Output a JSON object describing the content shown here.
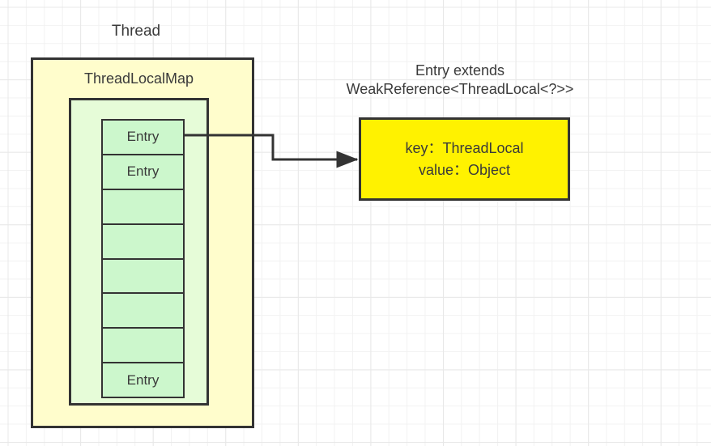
{
  "diagram": {
    "thread": {
      "label": "Thread",
      "fill": "#fffdcc",
      "stroke": "#333333"
    },
    "thread_local_map": {
      "label": "ThreadLocalMap",
      "fill": "#e6fcd8",
      "stroke": "#333333"
    },
    "entry_table": {
      "fill": "#ccf7cc",
      "stroke": "#333333",
      "cells": [
        {
          "label": "Entry"
        },
        {
          "label": "Entry"
        },
        {
          "label": ""
        },
        {
          "label": ""
        },
        {
          "label": ""
        },
        {
          "label": ""
        },
        {
          "label": ""
        },
        {
          "label": "Entry"
        }
      ]
    },
    "entry_caption": {
      "line1": "Entry extends",
      "line2": "WeakReference<ThreadLocal<?>>"
    },
    "entry_detail": {
      "fill": "#fff200",
      "stroke": "#333333",
      "key_line": "key：ThreadLocal",
      "value_line": "value：Object"
    },
    "connector": {
      "label": "entry-to-detail-arrow",
      "stroke": "#333333"
    },
    "background": {
      "grid_color": "#e8e8e8",
      "page_color": "#ffffff"
    }
  }
}
